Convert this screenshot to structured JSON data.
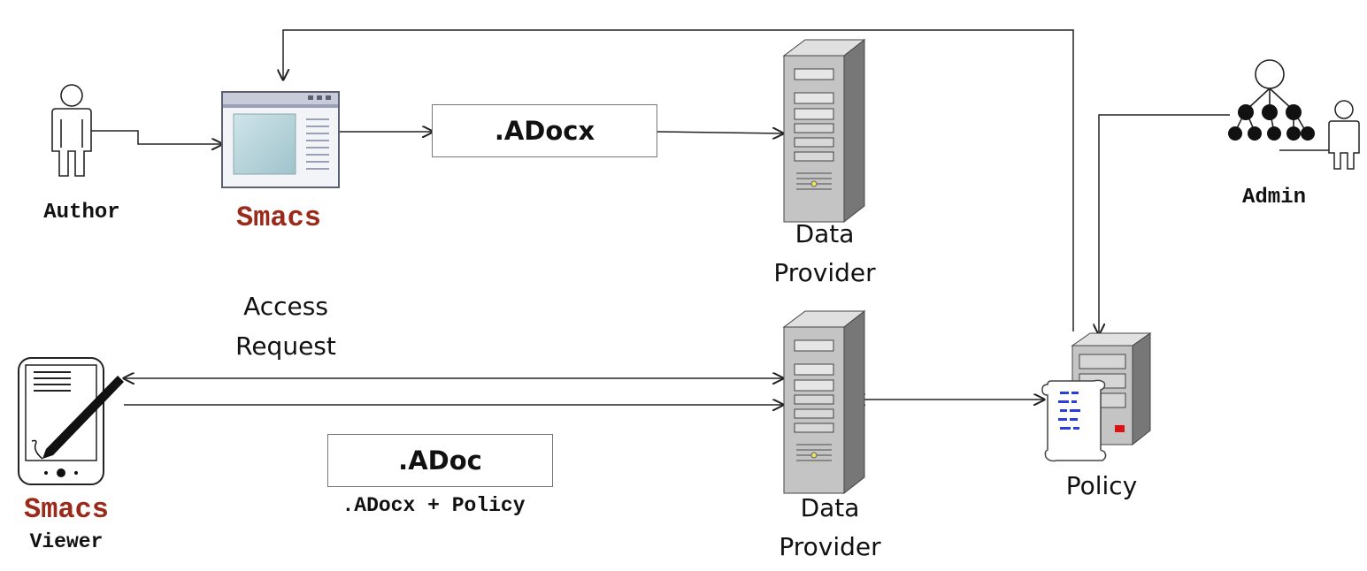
{
  "actors": {
    "author": "Author",
    "admin": "Admin"
  },
  "apps": {
    "smacs": "Smacs",
    "viewer_line1": "Smacs",
    "viewer_line2": "Viewer"
  },
  "documents": {
    "adocx": ".ADocx",
    "adoc": ".ADoc",
    "adoc_caption": ".ADocx + Policy"
  },
  "servers": {
    "top_line1": "Data",
    "top_line2": "Provider",
    "bottom_line1": "Data",
    "bottom_line2": "Provider",
    "policy": "Policy"
  },
  "flows": {
    "access_line1": "Access",
    "access_line2": "Request"
  },
  "colors": {
    "accent": "#9b2a1b",
    "line": "#222222",
    "server": "#b8b8b8",
    "policy_marks": "#2a3ee0",
    "policy_led": "#e01010"
  }
}
